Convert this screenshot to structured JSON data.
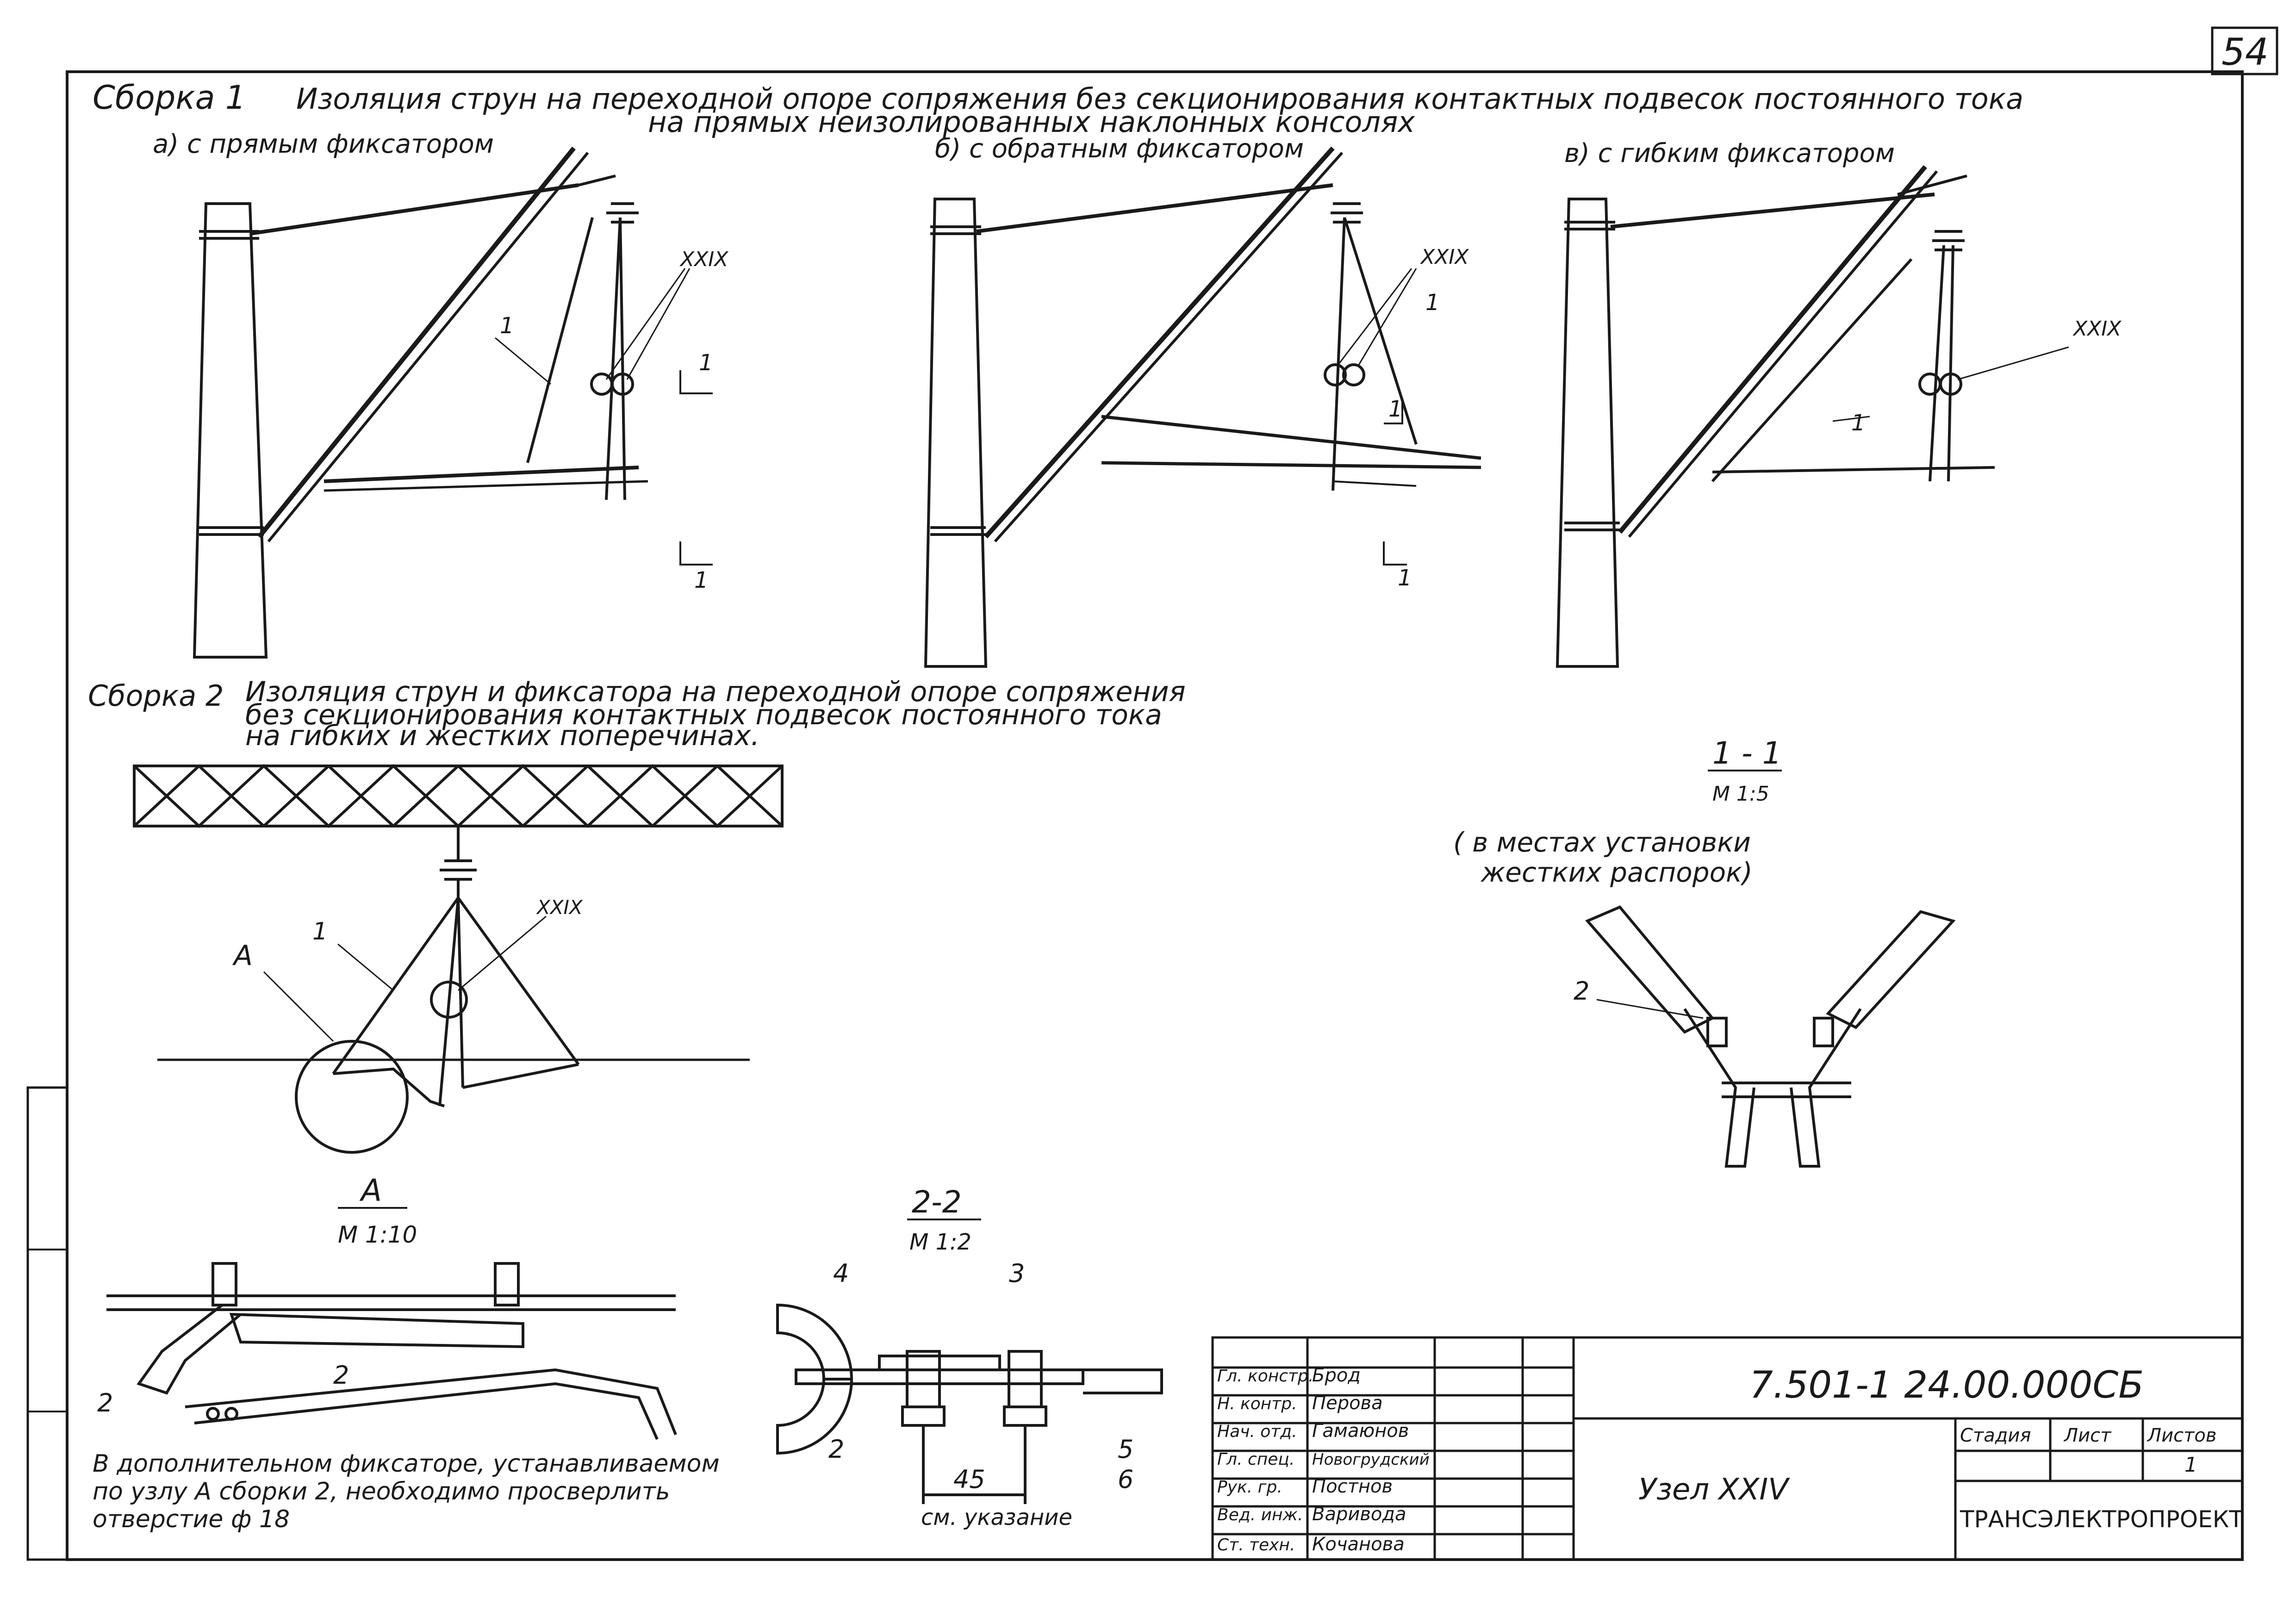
{
  "sheet_number": "54",
  "assembly1": {
    "label": "Сборка 1",
    "title_line1": "Изоляция струн на переходной опоре сопряжения без секционирования контактных подвесок постоянного тока",
    "title_line2": "на прямых неизолированных наклонных консолях",
    "variant_a": "а) с прямым фиксатором",
    "variant_b": "б) с обратным фиксатором",
    "variant_c": "в) с гибким фиксатором"
  },
  "assembly2": {
    "label": "Сборка 2",
    "title_line1": "Изоляция струн и фиксатора на переходной опоре сопряжения",
    "title_line2": "без секционирования контактных подвесок постоянного тока",
    "title_line3": "на гибких и жестких поперечинах."
  },
  "callouts": {
    "node_ref": "XXIX",
    "item1": "1",
    "item2": "2",
    "item3": "3",
    "item4": "4",
    "item5": "5",
    "item6": "6",
    "section_mark": "1",
    "a_mark": "А",
    "two_mark": "2"
  },
  "section_1_1": {
    "title": "1 - 1",
    "scale": "М 1:5",
    "note_line1": "( в местах установки",
    "note_line2": "жестких распорок)"
  },
  "detail_a": {
    "title": "А",
    "scale": "М 1:10"
  },
  "section_2_2": {
    "title": "2-2",
    "scale": "М 1:2",
    "dimension": "45",
    "dim_note": "см. указание"
  },
  "note": {
    "line1": "В дополнительном фиксаторе, устанавливаемом",
    "line2": "по узлу А сборки 2, необходимо просверлить",
    "line3": "отверстие ф 18"
  },
  "title_block": {
    "doc_code": "7.501-1   24.00.000СБ",
    "node_title": "Узел XXIV",
    "stage_header": "Стадия",
    "sheet_header": "Лист",
    "sheets_header": "Листов",
    "sheets_value": "1",
    "org": "ТРАНСЭЛЕКТРОПРОЕКТ",
    "roles": [
      {
        "role": "Гл. констр.",
        "name": "Брод"
      },
      {
        "role": "Н. контр.",
        "name": "Перова"
      },
      {
        "role": "Нач. отд.",
        "name": "Гамаюнов"
      },
      {
        "role": "Гл. спец.",
        "name": "Новогрудский"
      },
      {
        "role": "Рук. гр.",
        "name": "Постнов"
      },
      {
        "role": "Вед. инж.",
        "name": "Вариводa"
      },
      {
        "role": "Ст. техн.",
        "name": "Кочанова"
      }
    ]
  }
}
